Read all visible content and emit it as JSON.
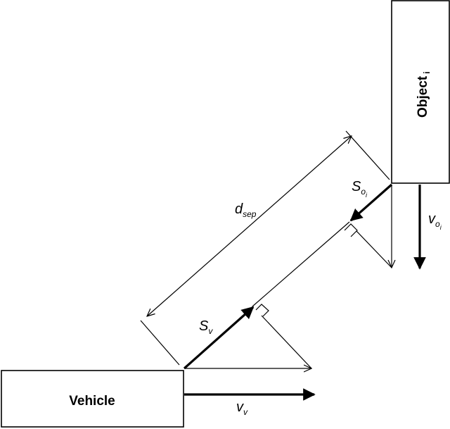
{
  "vehicle": {
    "label": "Vehicle"
  },
  "object": {
    "label": "Object",
    "label_sub": "i"
  },
  "labels": {
    "d_sep": {
      "base": "d",
      "sub": "sep"
    },
    "s_v": {
      "base": "S",
      "sub": "v"
    },
    "s_o": {
      "base": "S",
      "sub": "o",
      "subsub": "i"
    },
    "v_v": {
      "base": "v",
      "sub": "v"
    },
    "v_o": {
      "base": "v",
      "sub": "o",
      "subsub": "i"
    }
  }
}
